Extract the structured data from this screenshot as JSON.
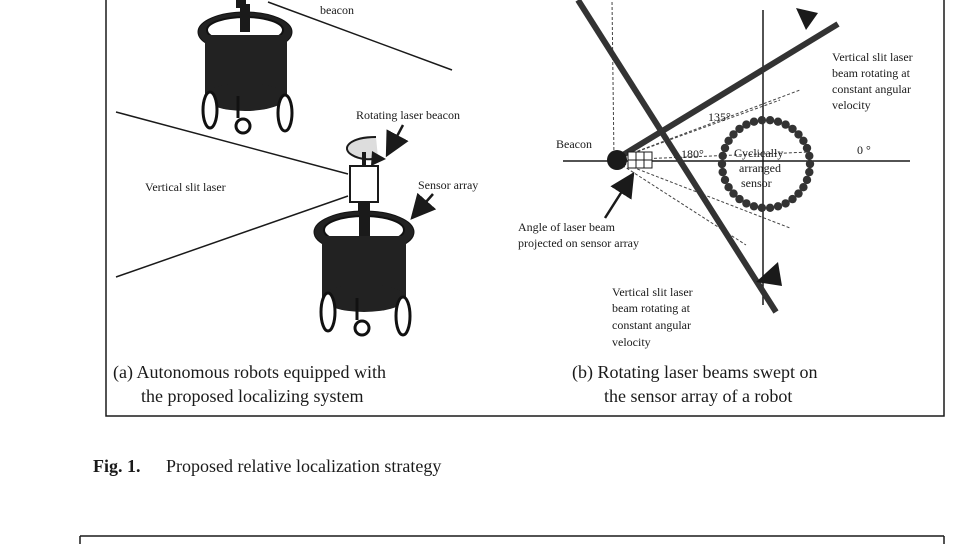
{
  "panel_a": {
    "label_beacon_top": "beacon",
    "label_rotating_beacon": "Rotating laser beacon",
    "label_vertical_slit": "Vertical slit laser",
    "label_sensor_array": "Sensor array",
    "caption_line1": "(a) Autonomous robots equipped with",
    "caption_line2": "the proposed localizing system"
  },
  "panel_b": {
    "label_beacon": "Beacon",
    "label_top_right_1": "Vertical slit laser",
    "label_top_right_2": "beam rotating at",
    "label_top_right_3": "constant angular",
    "label_top_right_4": "velocity",
    "angle_135": "135°",
    "angle_180": "180°",
    "angle_0": "0 °",
    "label_cyclic_1": "Cyclically",
    "label_cyclic_2": "arranged",
    "label_cyclic_3": "sensor",
    "label_angle_1": "Angle of laser beam",
    "label_angle_2": "projected on sensor array",
    "label_bottom_1": "Vertical slit laser",
    "label_bottom_2": "beam rotating at",
    "label_bottom_3": "constant angular",
    "label_bottom_4": "velocity",
    "caption_line1": "(b) Rotating laser beams swept on",
    "caption_line2": "the sensor array of a robot"
  },
  "figure_caption": {
    "number": "Fig. 1.",
    "text": "Proposed relative localization strategy"
  }
}
